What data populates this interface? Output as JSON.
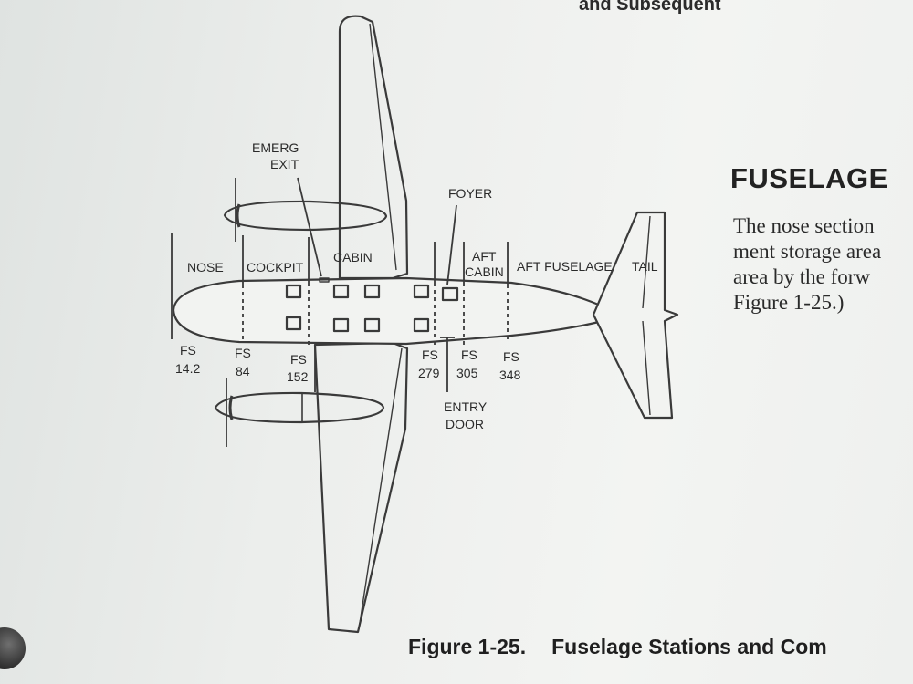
{
  "header": {
    "text": "and Subsequent"
  },
  "section": {
    "title": "FUSELAGE",
    "body_lines": [
      "The nose section",
      "ment storage area",
      "area by the forw",
      "Figure 1-25.)"
    ]
  },
  "caption": {
    "number": "Figure 1-25.",
    "title": "Fuselage Stations and Com"
  },
  "diagram": {
    "zones": {
      "nose": "NOSE",
      "cockpit": "COCKPIT",
      "cabin": "CABIN",
      "aft_cabin_1": "AFT",
      "aft_cabin_2": "CABIN",
      "aft_fuselage": "AFT FUSELAGE",
      "tail": "TAIL"
    },
    "callouts": {
      "emerg_exit_1": "EMERG",
      "emerg_exit_2": "EXIT",
      "foyer": "FOYER",
      "entry_door_1": "ENTRY",
      "entry_door_2": "DOOR"
    },
    "stations": [
      {
        "label": "FS",
        "value": "14.2"
      },
      {
        "label": "FS",
        "value": "84"
      },
      {
        "label": "FS",
        "value": "152"
      },
      {
        "label": "FS",
        "value": "279"
      },
      {
        "label": "FS",
        "value": "305"
      },
      {
        "label": "FS",
        "value": "348"
      }
    ]
  }
}
